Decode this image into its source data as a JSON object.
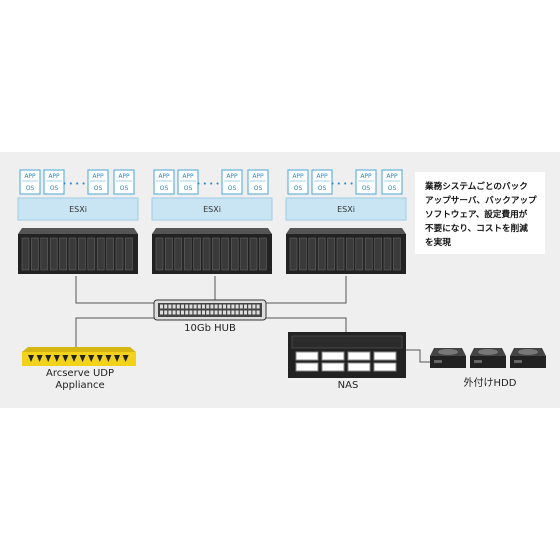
{
  "vm": {
    "app": "APP",
    "os": "OS",
    "ellipsis": "• • • •"
  },
  "esxi_label": "ESXi",
  "hub_label": "10Gb HUB",
  "appliance_label": [
    "Arcserve UDP",
    "Appliance"
  ],
  "nas_label": "NAS",
  "hdd_label": "外付けHDD",
  "note_lines": [
    "業務システムごとのバック",
    "アップサーバ、バックアップ",
    "ソフトウェア、設定費用が",
    "不要になり、コストを削減",
    "を実現"
  ],
  "colors": {
    "esxi": "#c9e4f2",
    "esxi_border": "#9fcde6",
    "vm_border": "#4aa6d6",
    "server": "#222222",
    "appliance": "#f2d21a",
    "line": "#555555",
    "panel": "#efefef"
  }
}
